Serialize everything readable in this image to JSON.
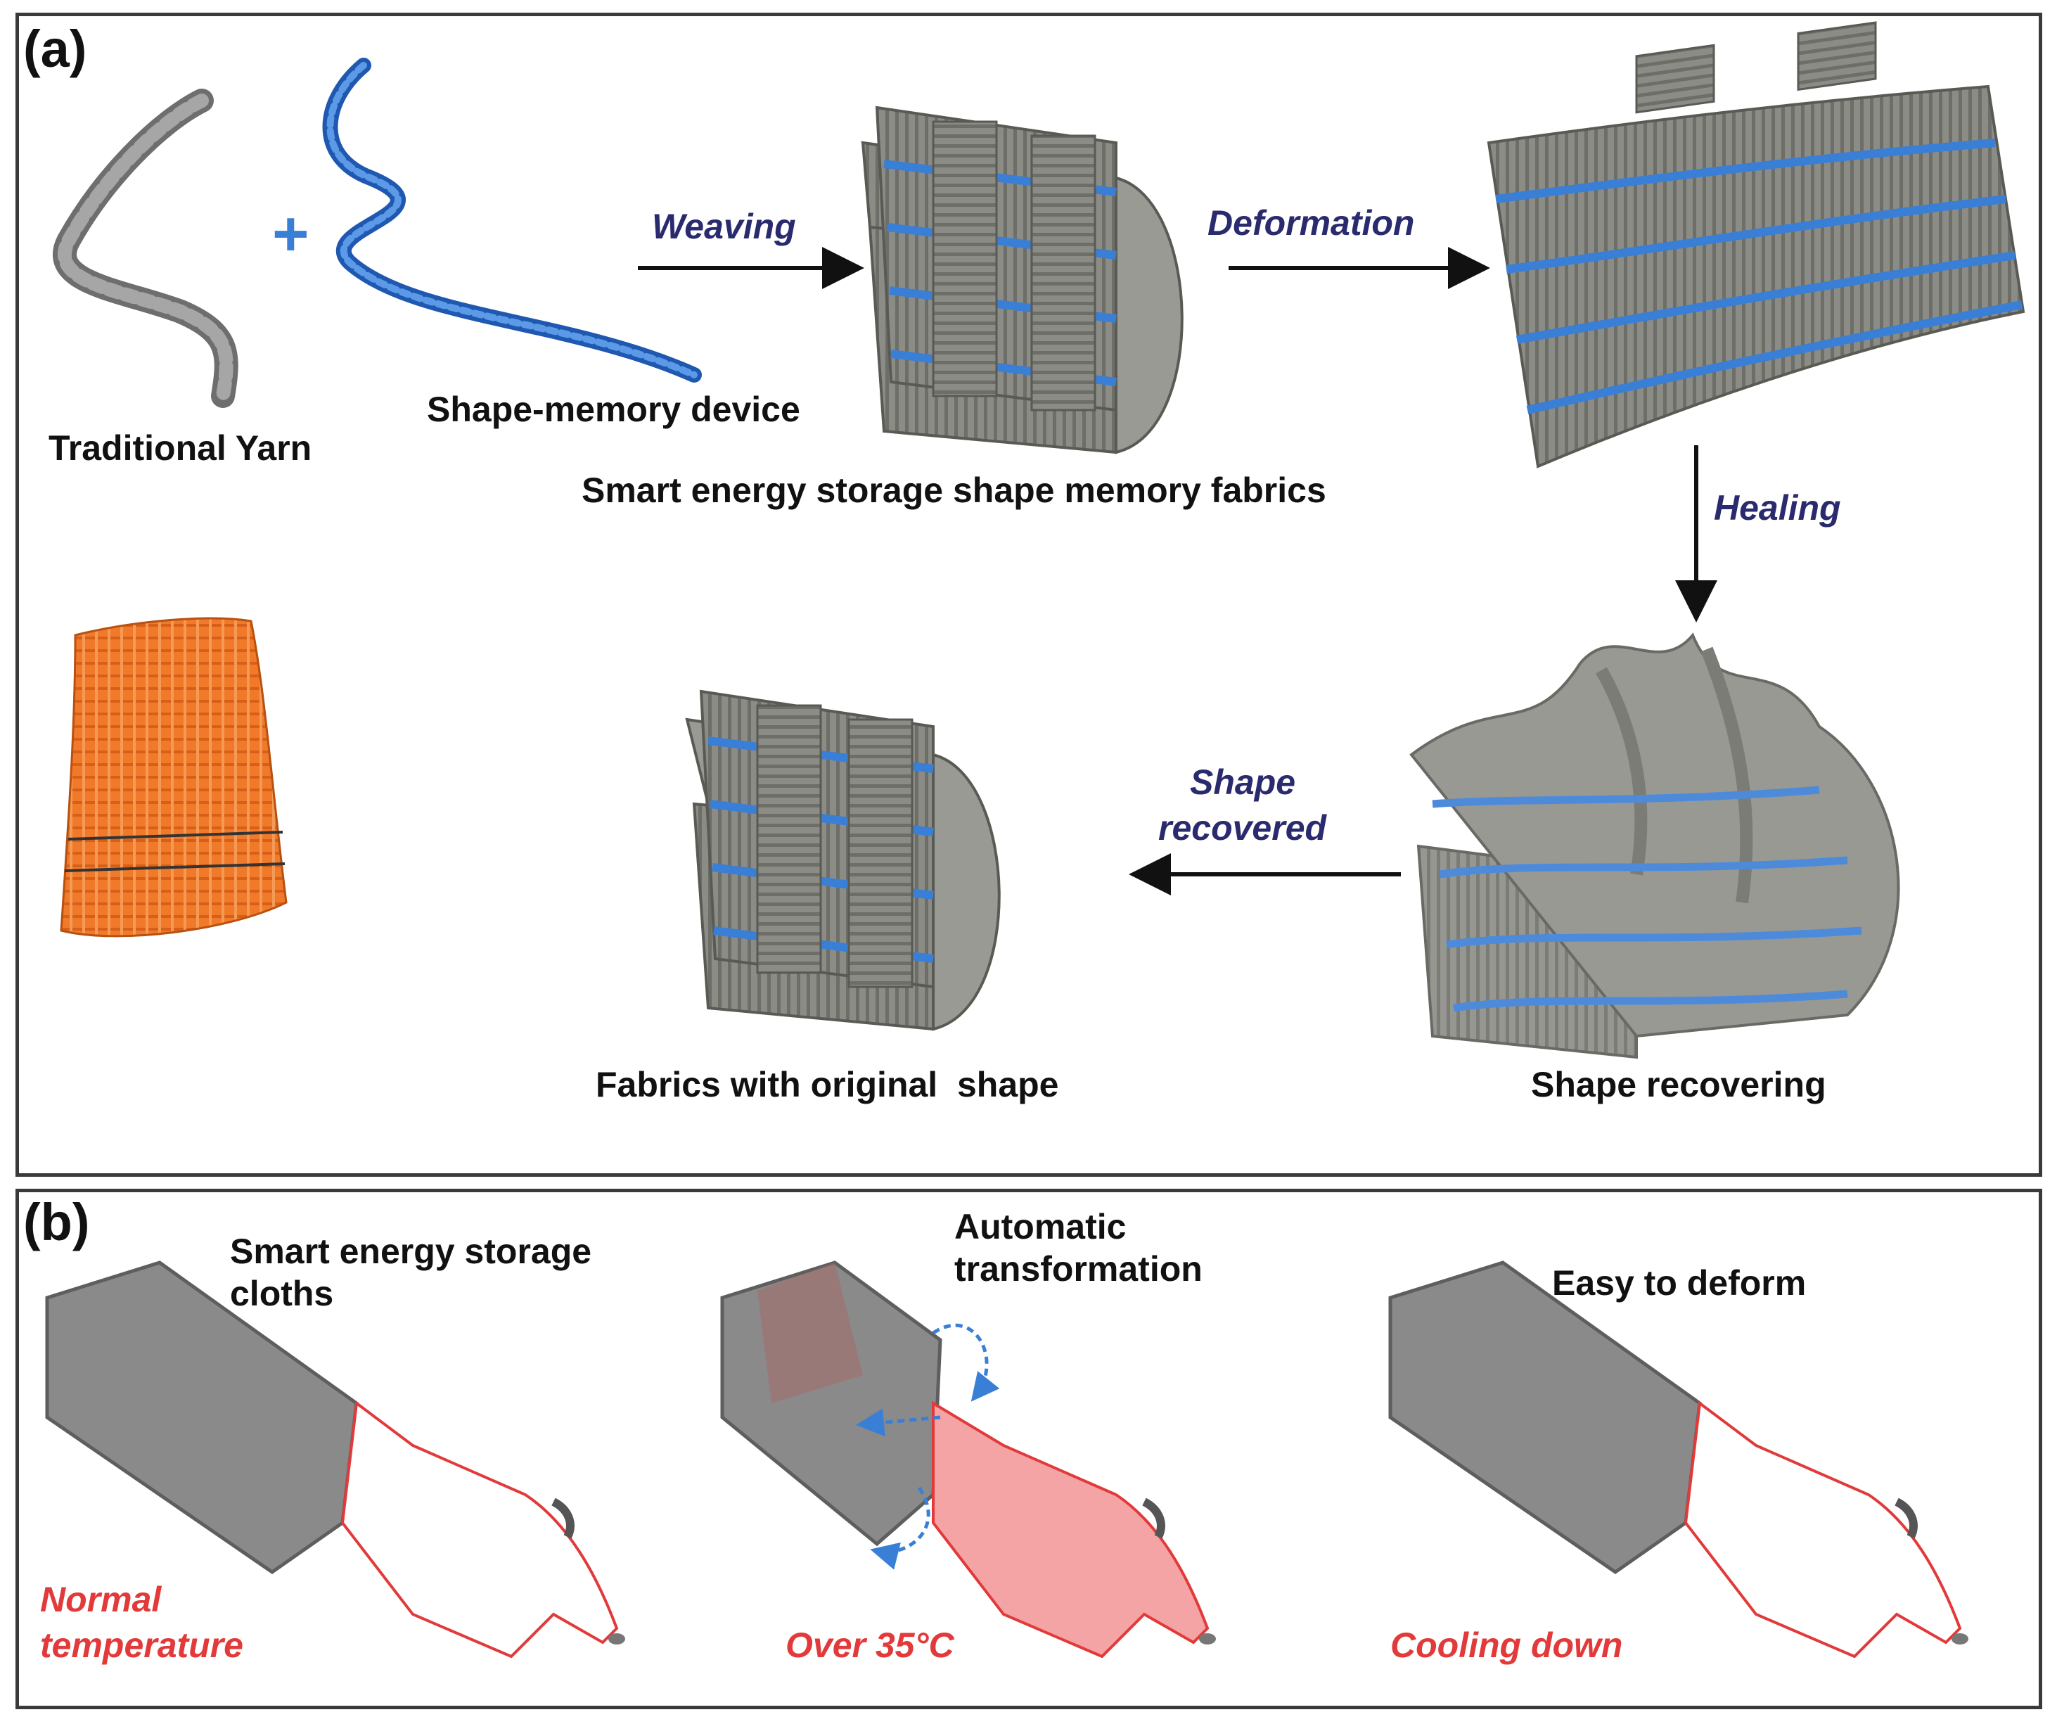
{
  "panel_a": {
    "label": "(a)",
    "captions": {
      "traditional_yarn": "Traditional Yarn",
      "shape_memory_device": "Shape-memory device",
      "smart_fabrics": "Smart energy storage shape memory fabrics",
      "shape_recovering": "Shape recovering",
      "original_shape": "Fabrics with original  shape"
    },
    "steps": {
      "weaving": "Weaving",
      "deformation": "Deformation",
      "healing": "Healing",
      "shape_recovered_1": "Shape",
      "shape_recovered_2": "recovered"
    },
    "plus": "+"
  },
  "panel_b": {
    "label": "(b)",
    "headers": {
      "cloths_1": "Smart energy storage",
      "cloths_2": "cloths",
      "auto_1": "Automatic",
      "auto_2": "transformation",
      "easy": "Easy to deform"
    },
    "states": {
      "normal_1": "Normal",
      "normal_2": "temperature",
      "over": "Over 35°C",
      "cooling": "Cooling down"
    }
  },
  "colors": {
    "fabric_grey": "#8c8c86",
    "fabric_dark": "#6e6e68",
    "yarn_blue": "#3a7fd6",
    "arrow": "#111111",
    "accent_red": "#e23a3a",
    "skin_pink": "#f4a4a4",
    "orange_fabric": "#f07a2a"
  }
}
